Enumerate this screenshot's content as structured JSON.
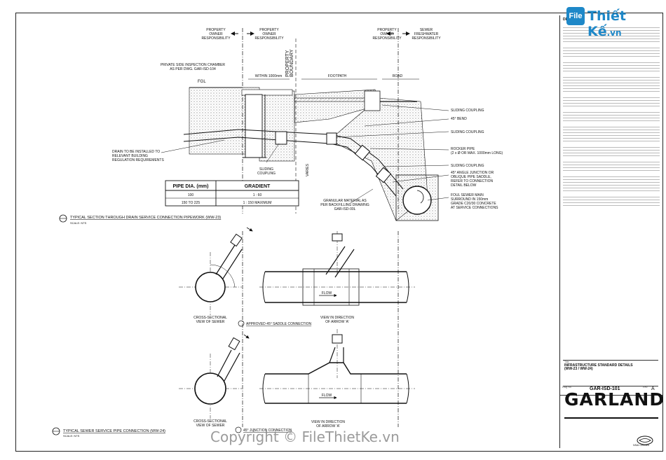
{
  "watermark": {
    "logo_text": "File",
    "site": "Thiết Kế",
    "tld": ".vn",
    "copyright": "Copyright © FileThietKe.vn"
  },
  "section_top": {
    "responsibility": {
      "left_a": "PROPERTY\nOWNER\nRESPONSIBILITY",
      "left_b": "PROPERTY\nOWNER\nRESPONSIBILITY",
      "right_a": "PROPERTY\nOWNER\nRESPONSIBILITY",
      "right_b": "SEWER\nFRESHWATER\nRESPONSIBILITY"
    },
    "property_boundary": "PROPERTY\nBOUNDARY",
    "private_chamber": "PRIVATE SIDE INSPECTION CHAMBER\nAS PER DWG. GAR-ISD-104",
    "within": "WITHIN 1000mm",
    "footpath": "FOOTPATH",
    "road": "ROAD",
    "fgl": "FGL",
    "drain_note": "DRAIN TO BE INSTALLED TO\nRELEVANT BUILDING\nREGULATION REQUIREMENTS",
    "sliding_coupling_bottom": "SLIDING\nCOUPLING",
    "varies": "VARIES",
    "right_labels": [
      "SLIDING COUPLING",
      "45° BEND",
      "SLIDING COUPLING",
      "ROCKER PIPE\n(2 x Ø OR MAX. 1000mm LONG)",
      "SLIDING COUPLING",
      "45° ANGLE JUNCTION OR\nOBLIQUE PIPE SADDLE,\nREFER TO CONNECTION\nDETAIL BELOW",
      "FOUL SEWER MAIN\nSURROUND IN 150mm\nGRADE C20/30 CONCRETE\nAT SERVICE CONNECTIONS"
    ],
    "granular": "GRANULAR MATERIAL AS\nPER BACKFILLING DRAWING\nGAR-ISD-00L"
  },
  "gradient_table": {
    "headers": [
      "PIPE DIA. (mm)",
      "GRADIENT"
    ],
    "rows": [
      [
        "100",
        "1 : 60"
      ],
      [
        "150 TO 225",
        "1 : 150 MAXIMUM"
      ]
    ]
  },
  "captions": {
    "section1": "TYPICAL SECTION THROUGH DRAIN SERVICE CONNECTION PIPEWORK (WW-23)",
    "section1_scale": "SCALE: NTS",
    "approved_saddle": "APPROVED 45° SADDLE CONNECTION",
    "cross_section": "CROSS-SECTIONAL\nVIEW OF SEWER",
    "view_direction": "VIEW IN DIRECTION\nOF ARROW 'A'",
    "flow": "FLOW",
    "section2": "TYPICAL SEWER SERVICE PIPE CONNECTION (WW-24)",
    "section2_scale": "SCALE: NTS",
    "junction": "45° JUNCTION CONNECTION"
  },
  "title_block": {
    "header": "DE",
    "title_label": "Title",
    "title": "INFRASTRUCTURE STANDARD DETAILS\n(WW-23 / WW-24)",
    "dwg_label": "Dwg No.",
    "dwg_no": "GAR-ISD-101",
    "rev_label": "Rev.",
    "rev": "A",
    "brand": "GARLAND",
    "seal_text": "NSAI Certified"
  },
  "icons": {
    "arrow": "arrow-head-icon",
    "section_marker": "section-marker-icon",
    "seal": "garland-seal-icon"
  },
  "colors": {
    "line": "#111111",
    "hatch": "#8c8c8c",
    "watermark_blue": "#1e88c8",
    "copyright_grey": "#8a8a8a"
  }
}
